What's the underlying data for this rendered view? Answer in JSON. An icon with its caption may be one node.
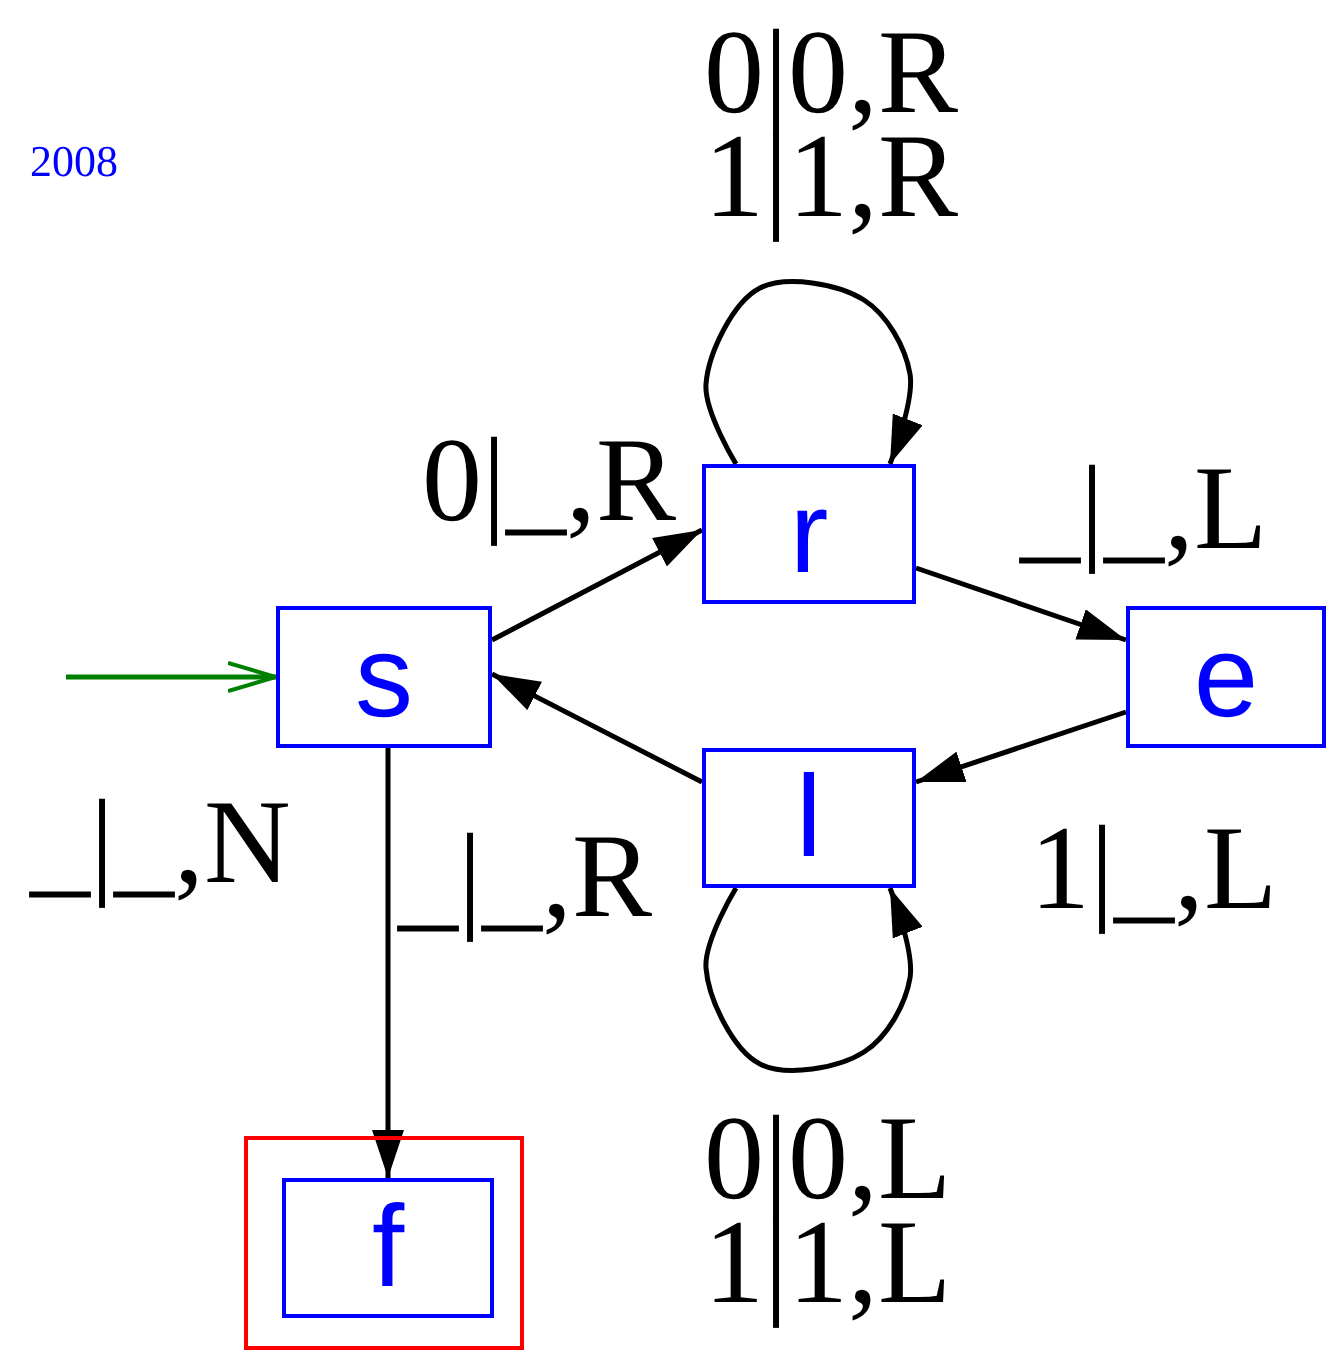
{
  "diagram": {
    "nodes": [
      {
        "text": [
          "r"
        ]
      },
      {
        "text": [
          "s"
        ]
      },
      {
        "text": [
          "e"
        ]
      },
      {
        "text": [
          "l"
        ]
      },
      {
        "text": [],
        "shape": "box"
      },
      {
        "text": [
          "f"
        ],
        "in": 4
      }
    ],
    "edges": [
      {
        "from": null,
        "to": 1,
        "arrow": "to",
        "color": "#008000"
      },
      {
        "from": 1,
        "to": 0,
        "arrow": "to",
        "label": "0|_,R"
      },
      {
        "from": 0,
        "to": 2,
        "arrow": "to",
        "label": "_|_,L"
      },
      {
        "from": 0,
        "to": 0,
        "arrow": "to",
        "label": "0|0,R 1|1,R"
      },
      {
        "from": 2,
        "to": 3,
        "arrow": "to",
        "label": "1|_,L"
      },
      {
        "from": 3,
        "to": 1,
        "arrow": "to",
        "label": "_|_,R"
      },
      {
        "from": 3,
        "to": 3,
        "arrow": "to",
        "label": "0|0,L 1|1,L"
      },
      {
        "from": 1,
        "to": 5,
        "arrow": "to",
        "label": "_|_,N"
      }
    ],
    "labels": [
      "2008"
    ]
  }
}
